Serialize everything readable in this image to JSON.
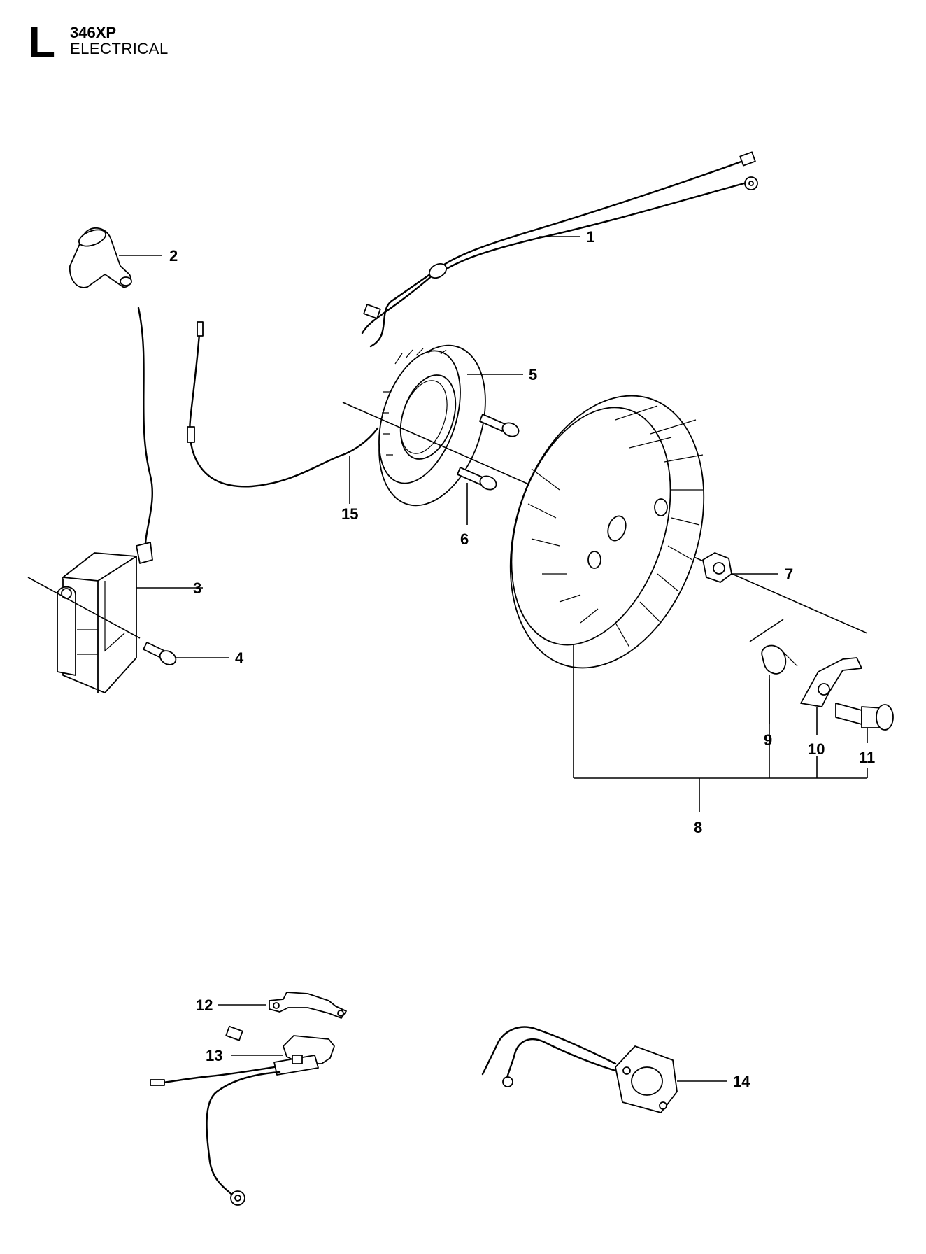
{
  "header": {
    "section_letter": "L",
    "model": "346XP",
    "section_title": "ELECTRICAL"
  },
  "callouts": {
    "c1": "1",
    "c2": "2",
    "c3": "3",
    "c4": "4",
    "c5": "5",
    "c6": "6",
    "c7": "7",
    "c8": "8",
    "c9": "9",
    "c10": "10",
    "c11": "11",
    "c12": "12",
    "c13": "13",
    "c14": "14",
    "c15": "15"
  }
}
